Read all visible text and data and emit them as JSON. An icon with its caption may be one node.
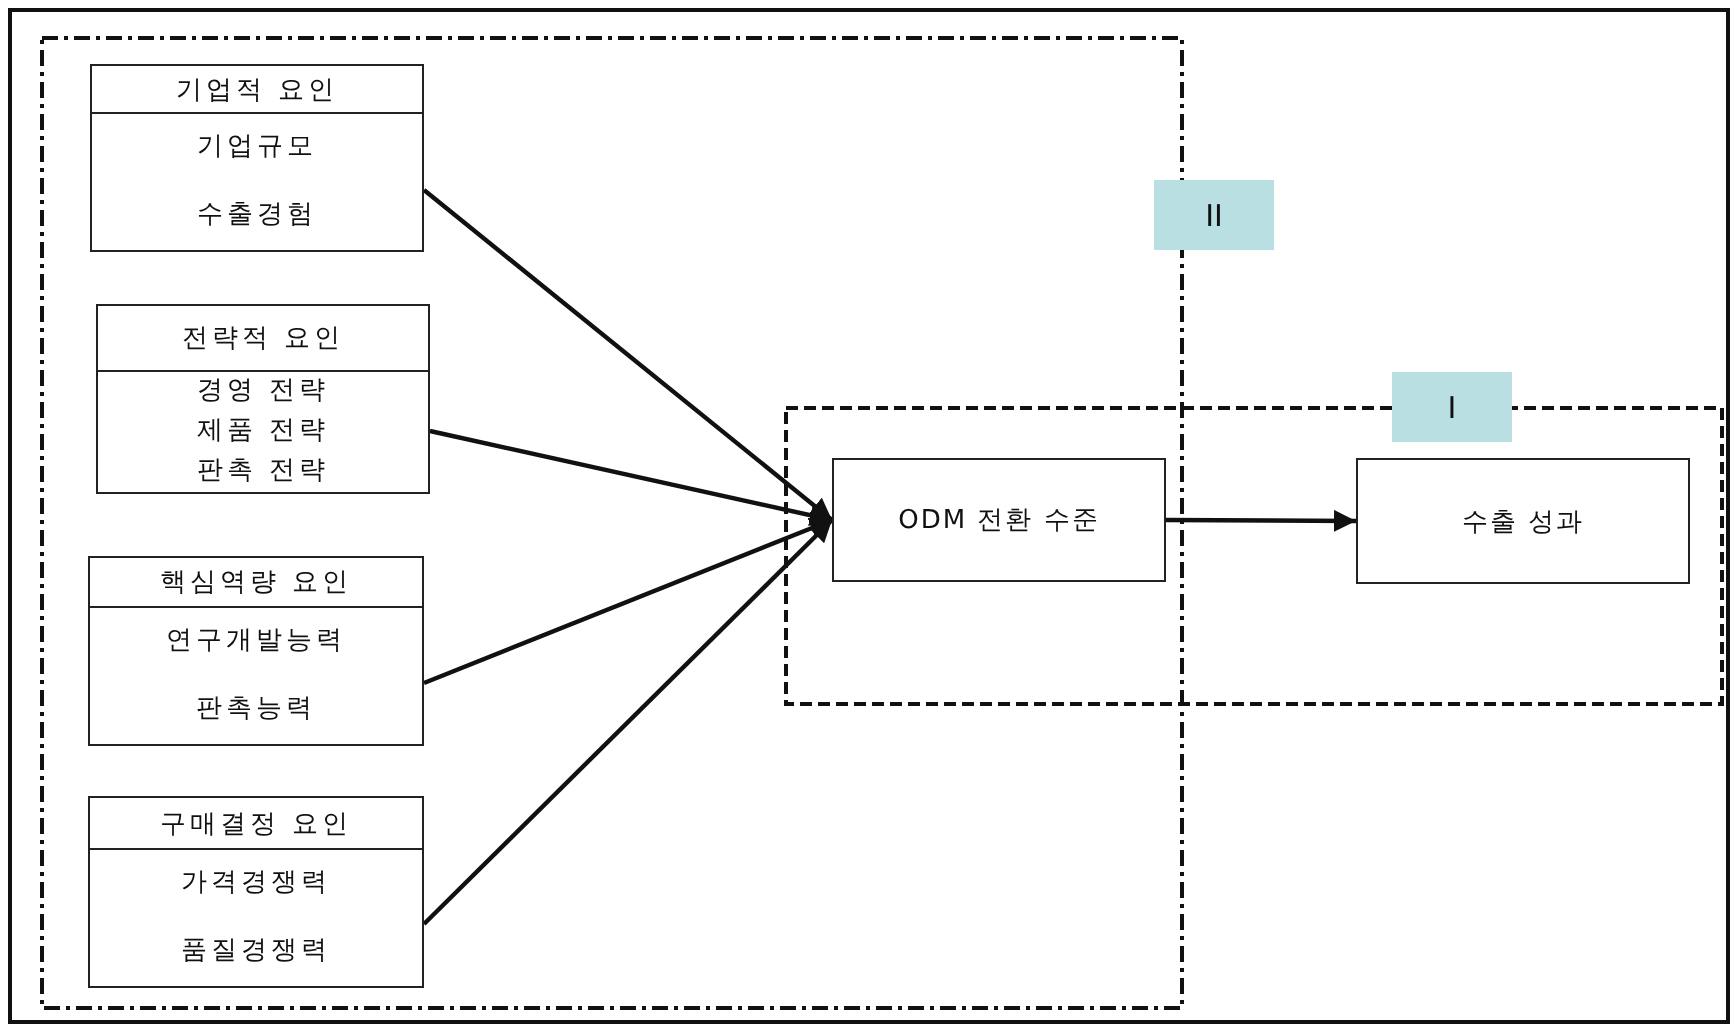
{
  "diagram": {
    "nodes": [
      {
        "text": [
          "II"
        ]
      },
      {
        "text": [
          "I"
        ]
      },
      {
        "text": [
          "기업적 요인",
          "기업규모 수출경험"
        ],
        "in": 0
      },
      {
        "text": [
          "전략적 요인",
          "경영 전략 제품 전략 판촉 전략"
        ],
        "in": 0
      },
      {
        "text": [
          "핵심역량 요인",
          "연구개발능력 판촉능력"
        ],
        "in": 0
      },
      {
        "text": [
          "구매결정 요인",
          "가격경쟁력 품질경쟁력"
        ],
        "in": 0
      },
      {
        "text": [
          "ODM 전환 수준"
        ]
      },
      {
        "text": [
          "수출 성과"
        ],
        "in": 1
      }
    ],
    "edges": [
      {
        "from": 2,
        "to": 6,
        "arrow": "to"
      },
      {
        "from": 3,
        "to": 6,
        "arrow": "to"
      },
      {
        "from": 4,
        "to": 6,
        "arrow": "to"
      },
      {
        "from": 5,
        "to": 6,
        "arrow": "to"
      },
      {
        "from": 6,
        "to": 7,
        "arrow": "to"
      }
    ]
  }
}
